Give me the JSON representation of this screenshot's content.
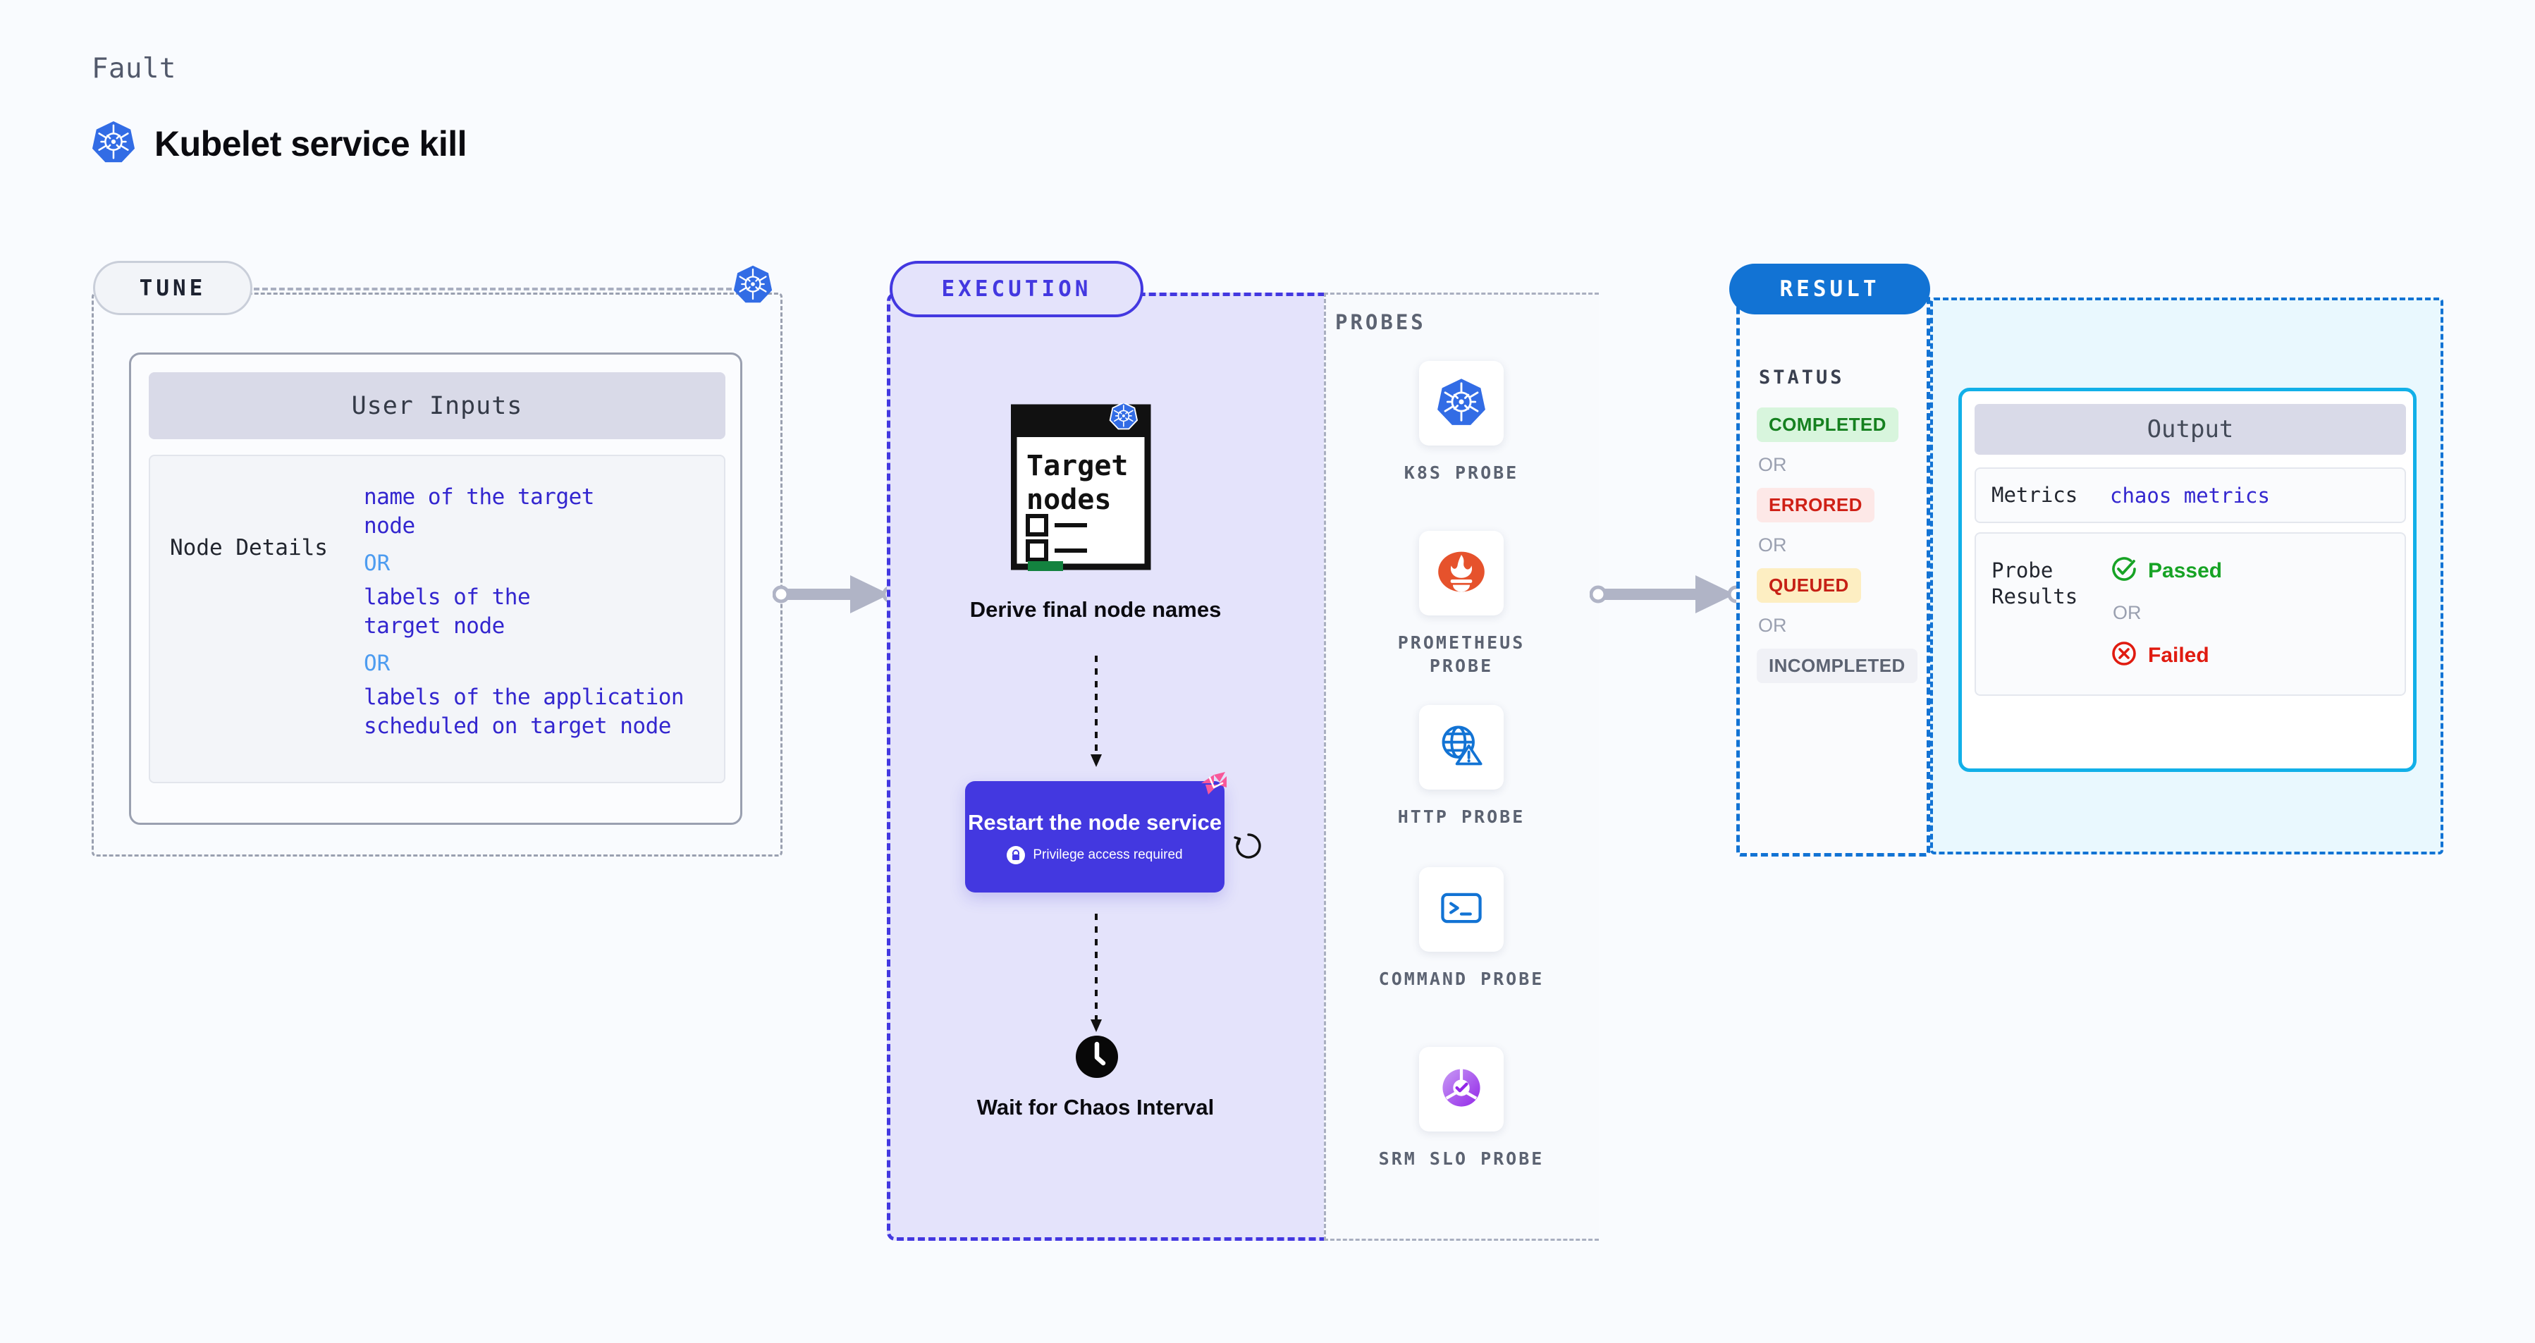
{
  "header": {
    "eyebrow": "Fault",
    "title": "Kubelet service kill",
    "icon": "kubernetes-logo"
  },
  "sections": {
    "tune": {
      "pill_label": "TUNE",
      "badge_icon": "kubernetes-logo",
      "card": {
        "title": "User Inputs",
        "rows": [
          {
            "key": "Node Details",
            "values": [
              "name of the target\nnode",
              "labels of the\ntarget node",
              "labels of the application\n scheduled on target node"
            ],
            "separator": "OR"
          }
        ]
      }
    },
    "execution": {
      "pill_label": "EXECUTION",
      "steps": [
        {
          "icon": "target-nodes-document-icon",
          "label": "Derive final node\nnames"
        },
        {
          "icon": "restart-card",
          "label": "Restart the node\nservice",
          "privilege_note": "Privilege access required",
          "privilege_icon": "lock-icon",
          "corner_icon": "litmus-chaos-icon",
          "side_icon": "retry-rotate-icon"
        },
        {
          "icon": "clock-icon",
          "label": "Wait for Chaos\nInterval"
        }
      ]
    },
    "probes": {
      "title": "PROBES",
      "items": [
        {
          "label": "K8S  PROBE",
          "icon": "kubernetes-logo"
        },
        {
          "label": "PROMETHEUS\nPROBE",
          "icon": "prometheus-logo"
        },
        {
          "label": "HTTP  PROBE",
          "icon": "globe-warning-icon"
        },
        {
          "label": "COMMAND\nPROBE",
          "icon": "terminal-prompt-icon"
        },
        {
          "label": "SRM  SLO\nPROBE",
          "icon": "srm-slo-donut-icon"
        }
      ]
    },
    "result": {
      "pill_label": "RESULT",
      "status_title": "STATUS",
      "separator": "OR",
      "statuses": [
        {
          "label": "COMPLETED",
          "bg": "#d8f5dd",
          "fg": "#15801f"
        },
        {
          "label": "ERRORED",
          "bg": "#fde8e7",
          "fg": "#cf2016"
        },
        {
          "label": "QUEUED",
          "bg": "#fdeec2",
          "fg": "#c62015"
        },
        {
          "label": "INCOMPLETED",
          "bg": "#f0f1f6",
          "fg": "#5c6372"
        }
      ]
    },
    "output": {
      "title": "Output",
      "metrics_key": "Metrics",
      "metrics_value": "chaos metrics",
      "probe_key": "Probe\nResults",
      "separator": "OR",
      "probe_results": [
        {
          "label": "Passed",
          "icon": "check-circle-icon",
          "color": "#17a325"
        },
        {
          "label": "Failed",
          "icon": "x-circle-icon",
          "color": "#e01b10"
        }
      ]
    }
  },
  "colors": {
    "background": "#f9fbfe",
    "execution_accent": "#4338e0",
    "execution_fill": "#e4e3fb",
    "result_accent": "#1273d4",
    "output_accent": "#12b0e8",
    "output_fill": "#e9f8fe",
    "tune_border": "#9aa0b0",
    "litmus_pink": "#f8589a",
    "kubernetes_blue": "#326ce5"
  }
}
